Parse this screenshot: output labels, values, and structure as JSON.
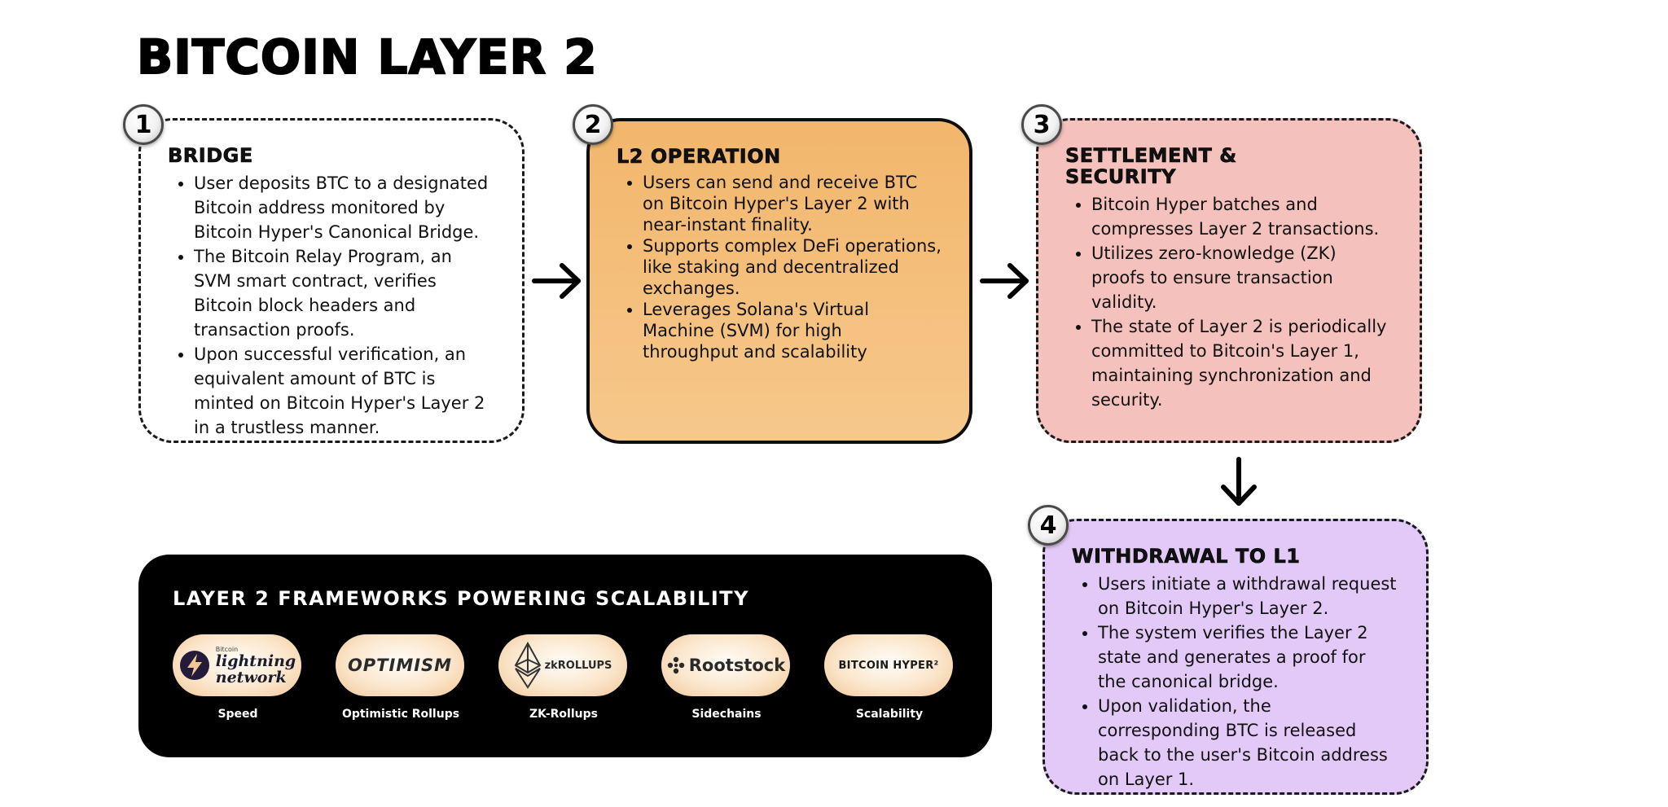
{
  "title": "BITCOIN LAYER 2",
  "steps": [
    {
      "number": "1",
      "heading": "BRIDGE",
      "bullets": [
        "User deposits BTC to a designated Bitcoin address monitored by Bitcoin Hyper's Canonical Bridge.",
        "The Bitcoin Relay Program, an SVM smart contract, verifies Bitcoin block headers and transaction proofs.",
        "Upon successful verification, an equivalent amount of BTC is minted on Bitcoin Hyper's Layer 2 in a trustless manner."
      ]
    },
    {
      "number": "2",
      "heading": "L2 OPERATION",
      "bullets": [
        "Users can send and receive BTC on Bitcoin Hyper's Layer 2 with near-instant finality.",
        "Supports complex DeFi operations, like staking and decentralized exchanges.",
        "Leverages Solana's Virtual Machine (SVM) for high throughput and scalability"
      ]
    },
    {
      "number": "3",
      "heading": "SETTLEMENT & SECURITY",
      "bullets": [
        "Bitcoin Hyper batches and compresses Layer 2 transactions.",
        "Utilizes zero-knowledge (ZK) proofs to ensure transaction validity.",
        "The state of Layer 2 is periodically committed to Bitcoin's Layer 1, maintaining synchronization and security."
      ]
    },
    {
      "number": "4",
      "heading": "WITHDRAWAL TO L1",
      "bullets": [
        "Users initiate a withdrawal request on Bitcoin Hyper's Layer 2.",
        "The system verifies the Layer 2 state and generates a proof for the canonical bridge.",
        "Upon validation, the corresponding BTC is released back to the user's Bitcoin address on Layer 1."
      ]
    }
  ],
  "frameworks": {
    "title": "LAYER 2 FRAMEWORKS POWERING SCALABILITY",
    "items": [
      {
        "logo_small": "Bitcoin",
        "logo_line1": "lightning",
        "logo_line2": "network",
        "label": "Speed"
      },
      {
        "logo": "OPTIMISM",
        "label": "Optimistic Rollups"
      },
      {
        "logo": "zkROLLUPS",
        "label": "ZK-Rollups"
      },
      {
        "logo": "Rootstock",
        "label": "Sidechains"
      },
      {
        "logo": "BITCOIN HYPER²",
        "label": "Scalability"
      }
    ]
  },
  "colors": {
    "card_l2": "#f4bf7c",
    "card_settlement": "#f4c1bc",
    "card_withdrawal": "#e3c9f7",
    "panel": "#000000"
  },
  "icons": [
    "arrow-right-icon",
    "arrow-down-icon",
    "lightning-bolt-icon",
    "ethereum-diamond-icon",
    "rootstock-icon"
  ]
}
